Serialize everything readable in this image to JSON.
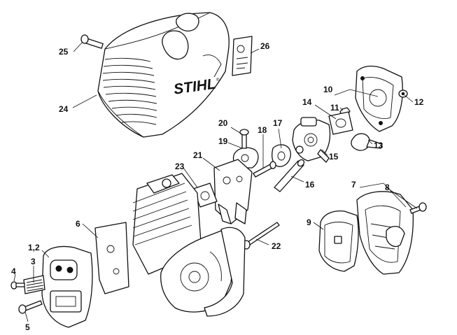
{
  "brand": "STIHL",
  "trademark": "®",
  "callouts": {
    "c1_2": "1,2",
    "c3": "3",
    "c4": "4",
    "c5": "5",
    "c6": "6",
    "c7": "7",
    "c8": "8",
    "c9": "9",
    "c10": "10",
    "c11": "11",
    "c12": "12",
    "c13": "13",
    "c14": "14",
    "c15": "15",
    "c16": "16",
    "c17": "17",
    "c18": "18",
    "c19": "19",
    "c20": "20",
    "c21": "21",
    "c22": "22",
    "c23": "23",
    "c24": "24",
    "c25": "25",
    "c26": "26"
  }
}
